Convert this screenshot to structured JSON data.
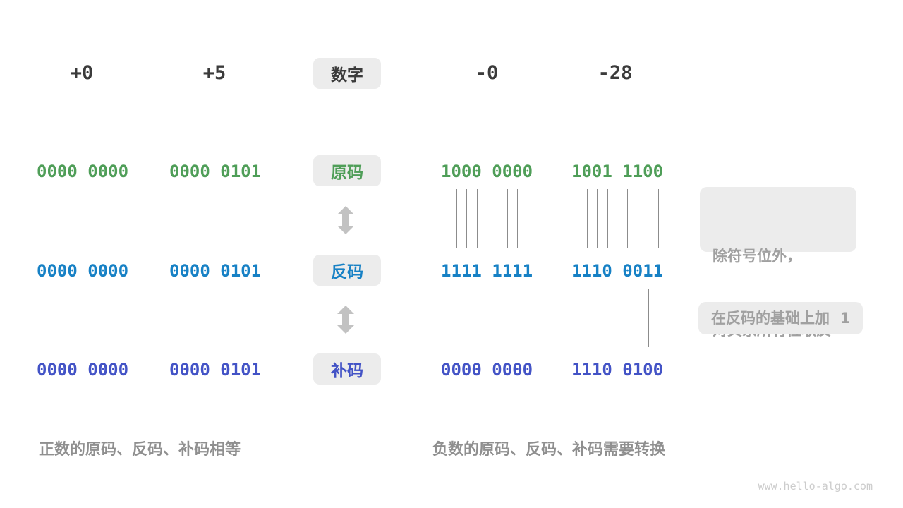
{
  "page": {
    "watermark": "www.hello-algo.com"
  },
  "colors": {
    "header_text": "#3b3b3b",
    "sign_magnitude_green": "#4f9e58",
    "ones_complement_blue": "#1781c5",
    "twos_complement_indigo": "#4353c6",
    "label_box_bg": "#ececec",
    "annotation_text": "#a0a0a0",
    "caption_text": "#8f8f8f",
    "arrow_gray": "#c2c2c2",
    "tick_line_gray": "#8c8c8c"
  },
  "header": {
    "category_label": "数字",
    "labels": [
      "+0",
      "+5",
      "-0",
      "-28"
    ]
  },
  "rows": [
    {
      "label": "原码",
      "values": [
        "0000 0000",
        "0000 0101",
        "1000 0000",
        "1001 1100"
      ]
    },
    {
      "label": "反码",
      "values": [
        "0000 0000",
        "0000 0101",
        "1111 1111",
        "1110 0011"
      ]
    },
    {
      "label": "补码",
      "values": [
        "0000 0000",
        "0000 0101",
        "0000 0000",
        "1110 0100"
      ]
    }
  ],
  "annotations": {
    "invert_line1": "除符号位外，",
    "invert_line2": "对其余所有位取反",
    "add_one": "在反码的基础上加  1"
  },
  "captions": {
    "positive": "正数的原码、反码、补码相等",
    "negative": "负数的原码、反码、补码需要转换"
  }
}
